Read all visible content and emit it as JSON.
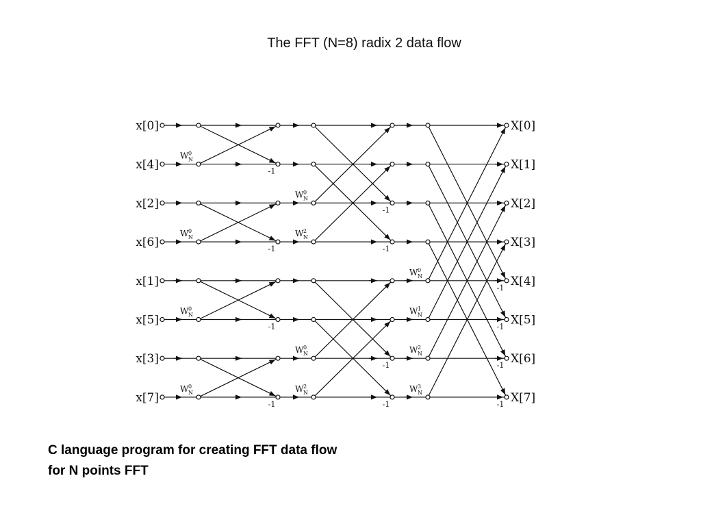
{
  "title": "The FFT (N=8) radix 2 data flow",
  "caption": {
    "line1": "C language program for creating FFT data flow",
    "line2": "for N points FFT"
  },
  "diagram": {
    "inputs": [
      "x[0]",
      "x[4]",
      "x[2]",
      "x[6]",
      "x[1]",
      "x[5]",
      "x[3]",
      "x[7]"
    ],
    "outputs": [
      "X[0]",
      "X[1]",
      "X[2]",
      "X[3]",
      "X[4]",
      "X[5]",
      "X[6]",
      "X[7]"
    ],
    "twiddle_base": "W",
    "twiddle_sub": "N",
    "negation_label": "-1",
    "stage1": {
      "twiddle_rows": [
        1,
        3,
        5,
        7
      ],
      "twiddle_exps": [
        "0",
        "0",
        "0",
        "0"
      ],
      "negation_rows": [
        1,
        3,
        5,
        7
      ]
    },
    "stage2": {
      "twiddle_rows": [
        2,
        3,
        6,
        7
      ],
      "twiddle_exps": [
        "0",
        "2",
        "0",
        "2"
      ],
      "negation_rows": [
        2,
        3,
        6,
        7
      ]
    },
    "stage3": {
      "twiddle_rows": [
        4,
        5,
        6,
        7
      ],
      "twiddle_exps": [
        "0",
        "1",
        "2",
        "3"
      ],
      "negation_rows": [
        4,
        5,
        6,
        7
      ]
    }
  }
}
